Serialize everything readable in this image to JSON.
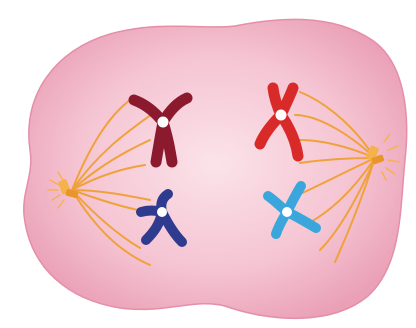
{
  "illustration": {
    "subject": "cell-division-metaphase",
    "colors": {
      "background": "#ffffff",
      "cell_fill_inner": "#fbe3ea",
      "cell_fill_mid": "#f5c4d2",
      "cell_fill_edge": "#eaa0b7",
      "cell_outline": "#e58ea9",
      "spindle_fiber": "#f0a23a",
      "centrosome": "#f6b24a",
      "centromere": "#ffffff",
      "chromosome_top_left": "#8b1a2e",
      "chromosome_bottom_left": "#2f3b8f",
      "chromosome_top_right": "#d92a2a",
      "chromosome_bottom_right": "#3aa6dc"
    },
    "icons": [
      "cell-membrane",
      "spindle-fiber",
      "centrosome",
      "chromosome",
      "centromere"
    ]
  }
}
